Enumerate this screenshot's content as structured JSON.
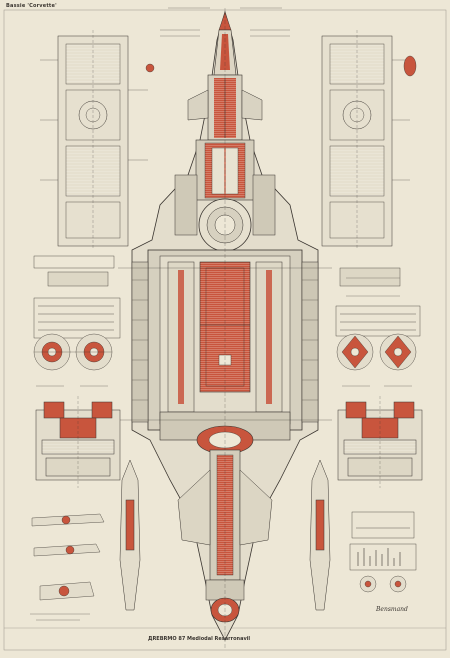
{
  "header": {
    "left_title": "Bassie 'Corvette'",
    "center_text": "",
    "right_text": ""
  },
  "footer": {
    "title": "ДREBRMO 87 Mediodal Resarronavil",
    "subtitle": ""
  },
  "signature": "Bensmand",
  "colors": {
    "paper": "#ede7d6",
    "ink": "#3a3530",
    "accent": "#c8553d",
    "line_light": "#9a948a"
  },
  "icons": [
    "spaceship-main-plan",
    "side-elevation-left",
    "side-elevation-right",
    "reactor-module",
    "turret-detail",
    "engine-detail",
    "chart-box"
  ]
}
